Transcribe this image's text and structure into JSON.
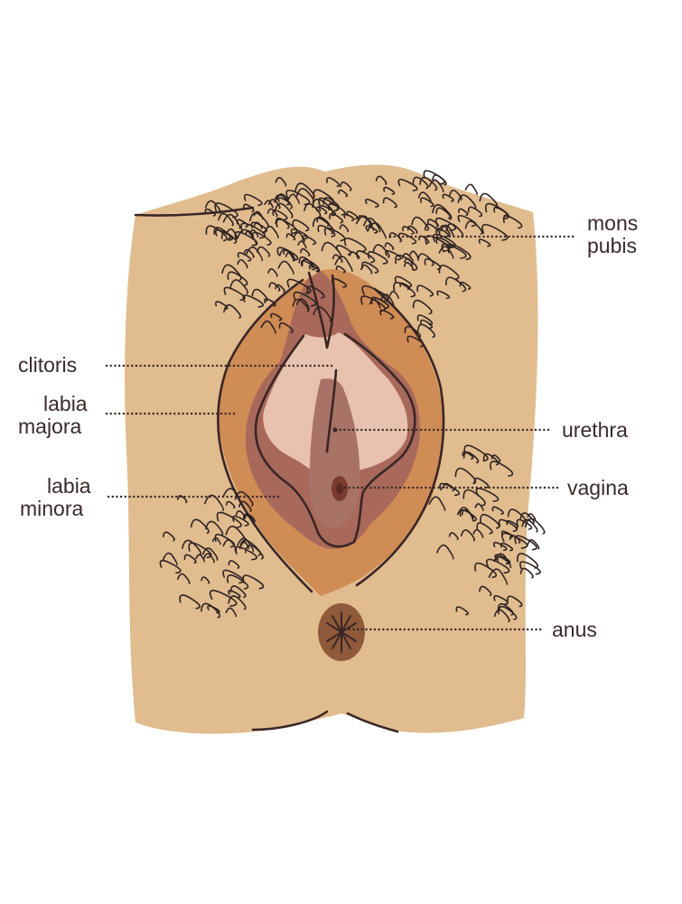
{
  "labels": {
    "mons_pubis": [
      "mons",
      "pubis"
    ],
    "clitoris": "clitoris",
    "labia_majora": [
      "labia",
      "majora"
    ],
    "urethra": "urethra",
    "labia_minora": [
      "labia",
      "minora"
    ],
    "vagina": "vagina",
    "anus": "anus"
  },
  "colors": {
    "skin": "#e0bc8e",
    "labia_majora": "#d08c55",
    "labia_minora": "#a8695a",
    "inner": "#caa08f",
    "vestibule": "#a87266",
    "vagina_opening": "#7a3a2e",
    "anus": "#8e5a3a",
    "ink": "#3a2626",
    "text": "#3a2a2a"
  },
  "icons": [
    "hair-strokes"
  ]
}
